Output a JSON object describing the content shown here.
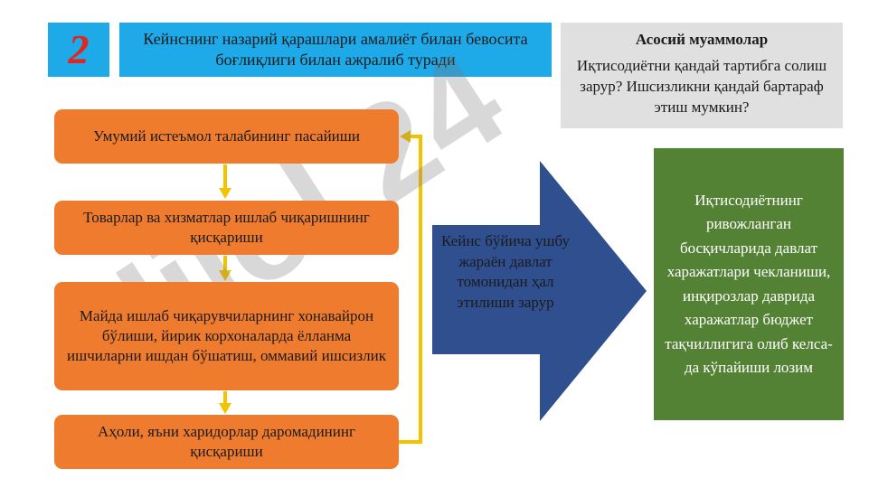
{
  "slide": {
    "number": "2",
    "subtitle": "Кейнснинг назарий қарашлари амалиёт билан бевосита боғлиқлиги билан ажралиб туради",
    "watermark": "Hilol 24"
  },
  "problem": {
    "title": "Асосий муаммолар",
    "text": "Иқтисодиётни қандай тартибга солиш зарур? Ишсизликни қандай бартараф этиш мумкин?"
  },
  "steps": [
    {
      "label": "Умумий истеъмол талабининг пасайиши"
    },
    {
      "label": "Товарлар ва хизматлар ишлаб чиқаришнинг қисқариши"
    },
    {
      "label": "Майда ишлаб чиқарувчиларнинг хонавайрон бўлиши, йирик корхоналарда ёлланма ишчиларни ишдан бўшатиш, оммавий ишсизлик"
    },
    {
      "label": "Аҳоли, яъни харидорлар даромадининг қисқариши"
    }
  ],
  "center_arrow": {
    "text": "Кейнс бўйича ушбу жараён давлат томонидан ҳал этилиши зарур"
  },
  "result": {
    "text": "Иқтисодиётнинг ривожланган босқичларида давлат харажатлари чекланиши, инқирозлар даврида харажатлар бюджет тақчиллигига олиб келса-да кўпайиши лозим"
  },
  "colors": {
    "header_blue": "#1ea9e8",
    "number_red": "#e0261d",
    "step_orange": "#ef7b2f",
    "cycle_arrow_gold": "#f3c300",
    "center_arrow_navy": "#2f4f8f",
    "result_green": "#548235",
    "problem_gray": "#e0e0e0"
  }
}
